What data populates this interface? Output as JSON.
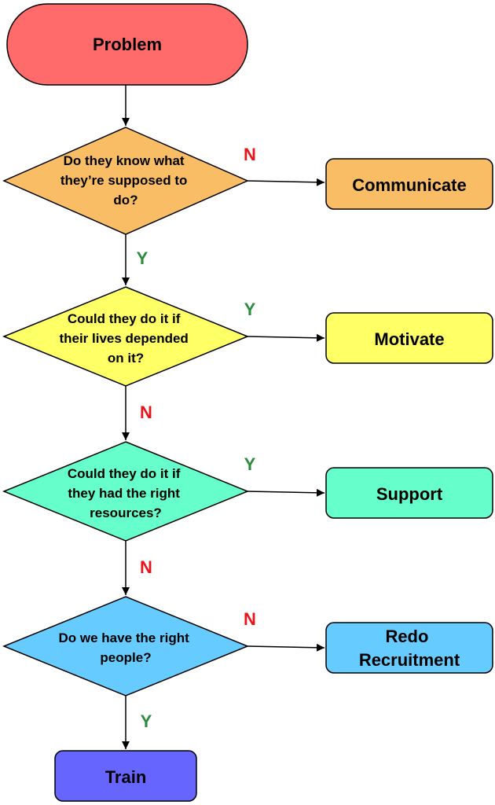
{
  "start": {
    "label": "Problem",
    "color": "#FF6B6B"
  },
  "decisions": [
    {
      "lines": [
        "Do they know what",
        "they’re supposed to",
        "do?"
      ],
      "color": "#F9BE65",
      "side_answer": "N",
      "down_answer": "Y"
    },
    {
      "lines": [
        "Could they do it if",
        "their lives depended",
        "on it?"
      ],
      "color": "#FFFF66",
      "side_answer": "Y",
      "down_answer": "N"
    },
    {
      "lines": [
        "Could they do it if",
        "they had the right",
        "resources?"
      ],
      "color": "#66FFCC",
      "side_answer": "Y",
      "down_answer": "N"
    },
    {
      "lines": [
        "Do we have the right",
        "people?"
      ],
      "color": "#66CCFF",
      "side_answer": "N",
      "down_answer": "Y"
    }
  ],
  "outcomes": [
    {
      "lines": [
        "Communicate"
      ],
      "color": "#F9BE65"
    },
    {
      "lines": [
        "Motivate"
      ],
      "color": "#FFFF66"
    },
    {
      "lines": [
        "Support"
      ],
      "color": "#66FFCC"
    },
    {
      "lines": [
        "Redo",
        "Recruitment"
      ],
      "color": "#66CCFF"
    }
  ],
  "end": {
    "label": "Train",
    "color": "#6666FF"
  },
  "colors": {
    "yes": "#2E8B3E",
    "no": "#E8141B",
    "stroke": "#000000"
  }
}
